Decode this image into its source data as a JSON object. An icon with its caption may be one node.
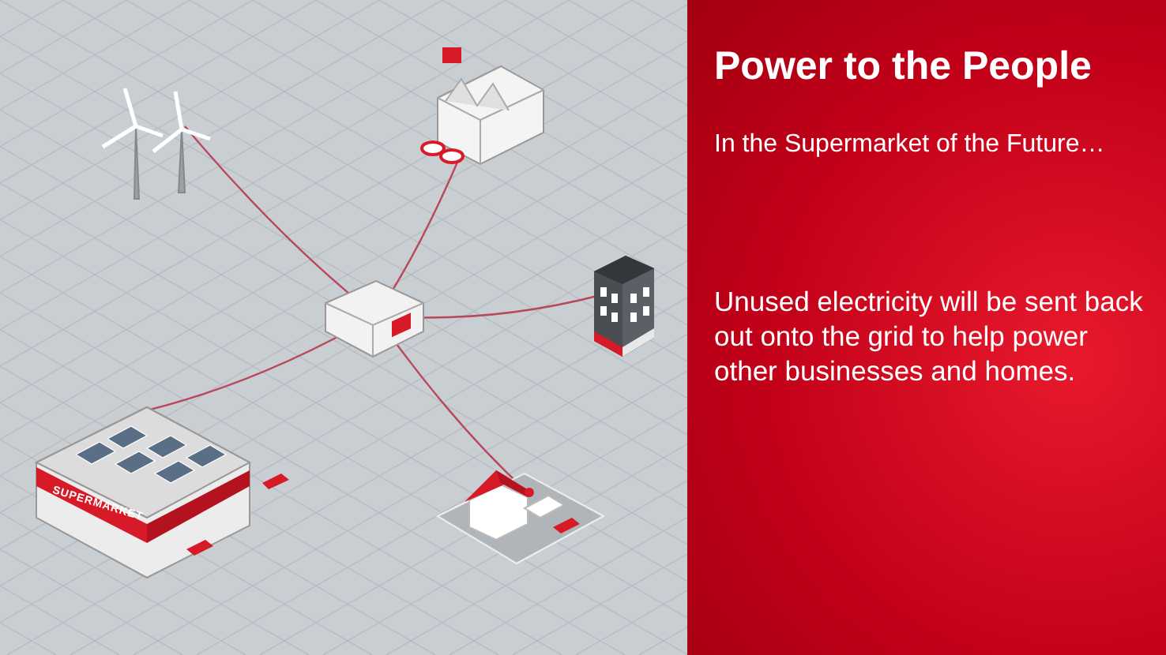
{
  "diagram": {
    "title": "Power to the People",
    "nodes": [
      {
        "text": [],
        "shape": "picture"
      },
      {
        "text": [],
        "shape": "picture"
      },
      {
        "text": [],
        "shape": "picture"
      },
      {
        "text": [],
        "shape": "picture"
      },
      {
        "text": [
          "SUPERMARKET"
        ]
      },
      {
        "text": [],
        "shape": "picture"
      }
    ],
    "edges": [
      {
        "from": 3,
        "to": 0,
        "arrow": "none",
        "color": "#b8485a"
      },
      {
        "from": 3,
        "to": 1,
        "arrow": "none",
        "color": "#b8485a"
      },
      {
        "from": 3,
        "to": 2,
        "arrow": "none",
        "color": "#b8485a"
      },
      {
        "from": 3,
        "to": 4,
        "arrow": "none",
        "color": "#b8485a"
      },
      {
        "from": 3,
        "to": 5,
        "arrow": "none",
        "color": "#b8485a"
      }
    ],
    "labels": [
      "In the Supermarket of the Future…",
      "Unused electricity will be sent back out onto the grid to help power other businesses and homes."
    ]
  }
}
